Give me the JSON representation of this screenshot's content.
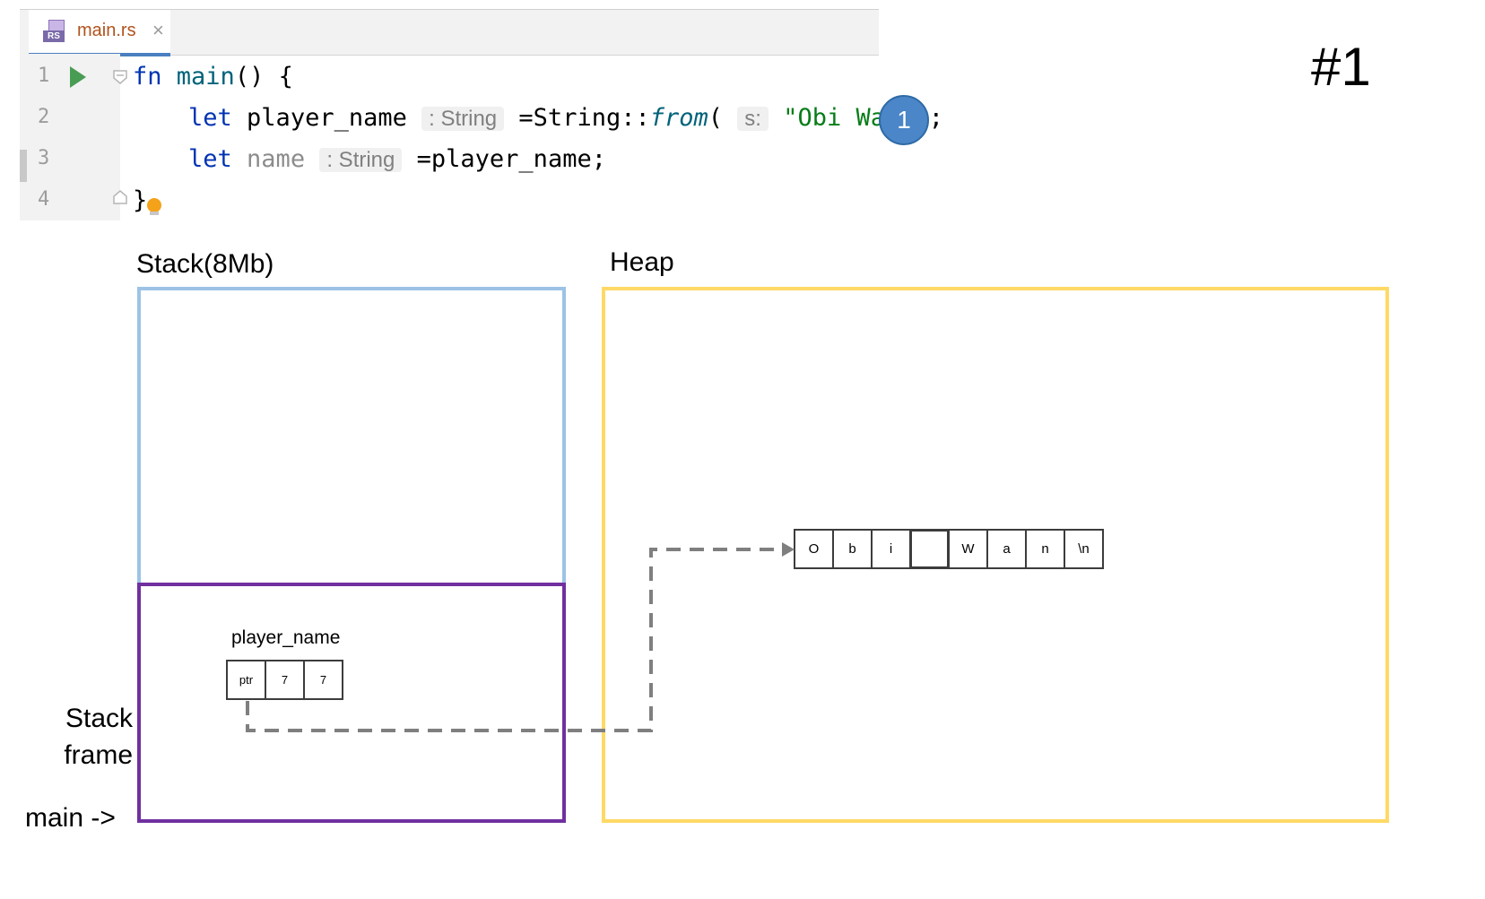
{
  "editor": {
    "tab": {
      "label": "main.rs",
      "icon": "rust-file-icon",
      "close_icon": "close-icon"
    },
    "lines": [
      {
        "number": "1"
      },
      {
        "number": "2"
      },
      {
        "number": "3"
      },
      {
        "number": "4"
      }
    ],
    "code": {
      "l1": {
        "kw": "fn",
        "name": "main",
        "rest": "() {"
      },
      "l2": {
        "kw": "let",
        "ident": "player_name",
        "hint": ": String",
        "assign": "=String::",
        "method": "from",
        "open": "(",
        "param_hint": "s:",
        "str": "\"Obi Wan\"",
        "close": ");"
      },
      "l3": {
        "kw": "let",
        "ident": "name",
        "hint": ": String",
        "assign": "=player_name;"
      },
      "l4": {
        "text": "}"
      }
    }
  },
  "callout": "1",
  "slide_number": "#1",
  "diagram": {
    "stack_title": "Stack(8Mb)",
    "heap_title": "Heap",
    "stack_frame_label": [
      "Stack",
      "frame"
    ],
    "main_label": "main ->",
    "variable": {
      "name": "player_name",
      "fields": [
        "ptr",
        "7",
        "7"
      ]
    },
    "heap_bytes": [
      "O",
      "b",
      "i",
      "",
      "W",
      "a",
      "n",
      "\\n"
    ],
    "colors": {
      "stack": "#9cc3e6",
      "heap": "#ffd966",
      "frame": "#7030a0",
      "arrow": "#7f7f7f"
    }
  }
}
